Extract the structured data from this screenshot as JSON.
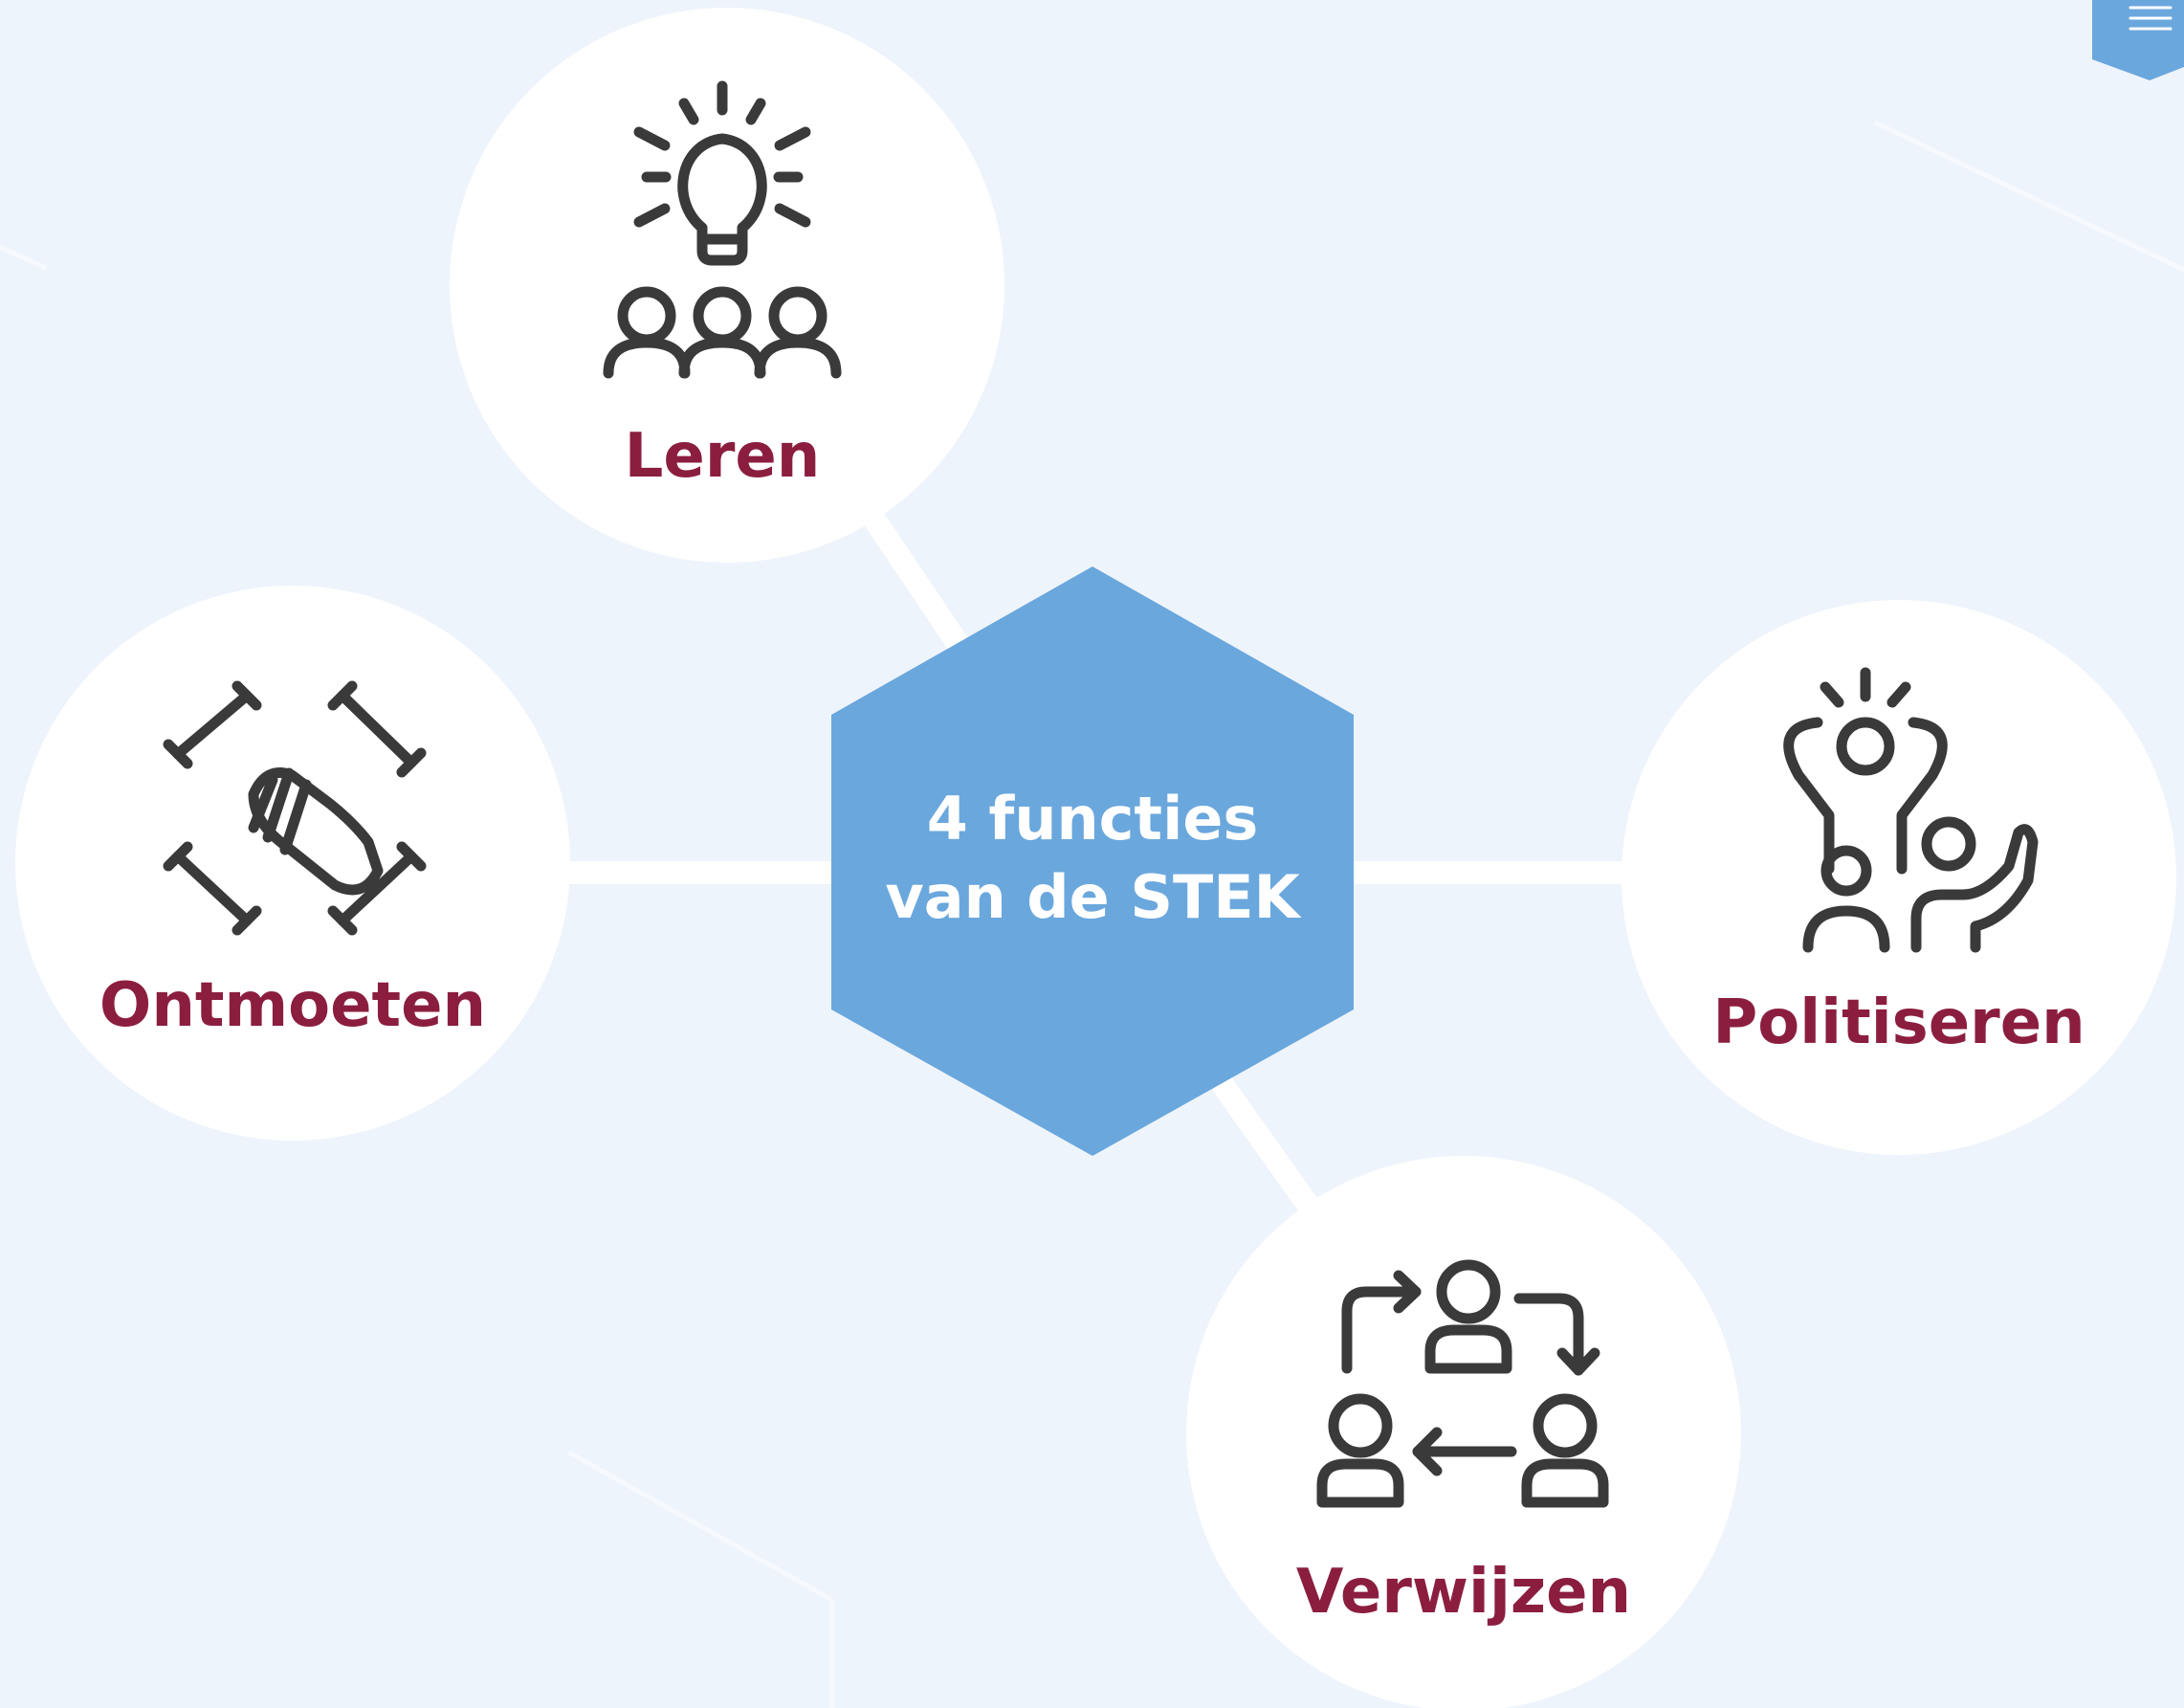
{
  "center": {
    "line1": "4 functies",
    "line2": "van de STEK"
  },
  "nodes": {
    "leren": {
      "label": "Leren",
      "icon": "lightbulb-group-icon"
    },
    "ontmoeten": {
      "label": "Ontmoeten",
      "icon": "joined-hands-icon"
    },
    "politiseren": {
      "label": "Politiseren",
      "icon": "cheering-people-icon"
    },
    "verwijzen": {
      "label": "Verwijzen",
      "icon": "referral-people-icon"
    }
  },
  "menu": {
    "icon": "hamburger-menu-icon"
  },
  "colors": {
    "background": "#eef4fb",
    "hexagon": "#6aa7dd",
    "label": "#8b1e3f",
    "icon": "#3a3a3a",
    "circle": "#ffffff"
  }
}
